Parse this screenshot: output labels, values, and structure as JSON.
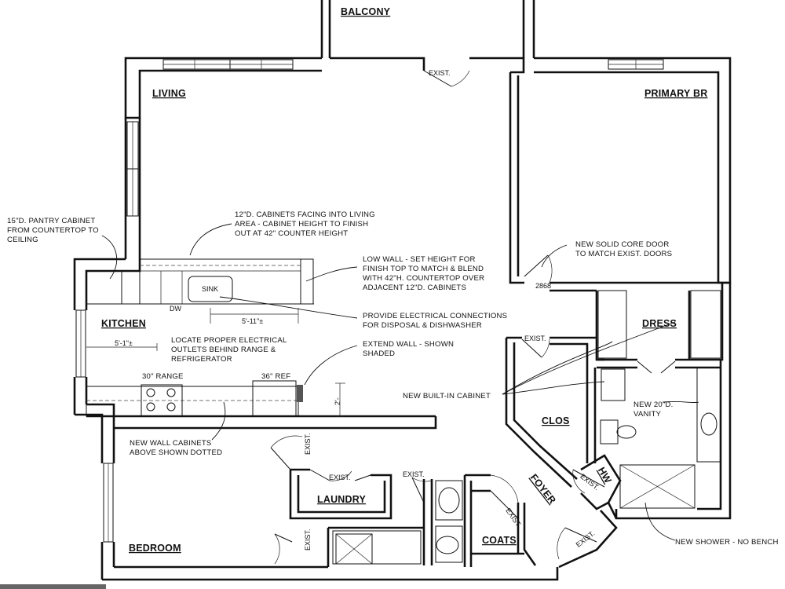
{
  "rooms": {
    "balcony": "BALCONY",
    "living": "LIVING",
    "primary_br": "PRIMARY BR",
    "kitchen": "KITCHEN",
    "dress": "DRESS",
    "clos": "CLOS",
    "hw": "HW",
    "foyer": "FOYER",
    "laundry": "LAUNDRY",
    "coats": "COATS",
    "bedroom": "BEDROOM"
  },
  "labels": {
    "sink": "SINK",
    "dw": "DW",
    "range": "30\" RANGE",
    "ref": "36\" REF",
    "dim_sink": "5'-11\"±",
    "dim_kitchen": "5'-1\"±",
    "dim_2ft": "2'-",
    "door_2868": "2868",
    "exist": "EXIST."
  },
  "notes": {
    "pantry": [
      "15\"D. PANTRY CABINET",
      "FROM COUNTERTOP TO",
      "CEILING"
    ],
    "cabinets_living": [
      "12\"D. CABINETS FACING INTO LIVING",
      "AREA - CABINET HEIGHT TO FINISH",
      "OUT AT 42\" COUNTER HEIGHT"
    ],
    "low_wall": [
      "LOW WALL - SET HEIGHT FOR",
      "FINISH TOP TO MATCH & BLEND",
      "WITH 42\"H. COUNTERTOP OVER",
      "ADJACENT 12\"D. CABINETS"
    ],
    "solid_door": [
      "NEW SOLID CORE DOOR",
      "TO MATCH EXIST. DOORS"
    ],
    "electrical_disposal": [
      "PROVIDE ELECTRICAL CONNECTIONS",
      "FOR DISPOSAL & DISHWASHER"
    ],
    "outlets": [
      "LOCATE PROPER ELECTRICAL",
      "OUTLETS BEHIND RANGE &",
      "REFRIGERATOR"
    ],
    "extend_wall": [
      "EXTEND WALL - SHOWN",
      "SHADED"
    ],
    "built_in": "NEW BUILT-IN CABINET",
    "vanity": [
      "NEW 20\"D.",
      "VANITY"
    ],
    "wall_cabinets": [
      "NEW WALL CABINETS",
      "ABOVE SHOWN DOTTED"
    ],
    "shower": "NEW SHOWER - NO BENCH"
  }
}
